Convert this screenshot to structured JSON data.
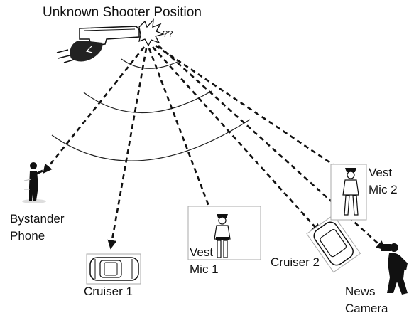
{
  "title": "Unknown Shooter Position",
  "unknown_mark": "??",
  "labels": {
    "bystander": [
      "Bystander",
      "Phone"
    ],
    "cruiser1": "Cruiser 1",
    "vest1": [
      "Vest",
      "Mic 1"
    ],
    "cruiser2": "Cruiser 2",
    "vest2": [
      "Vest",
      "Mic 2"
    ],
    "news": [
      "News",
      "Camera"
    ]
  },
  "icons": [
    "gun-icon",
    "muzzle-flash-icon",
    "person-phone-icon",
    "police-car-icon",
    "police-officer-icon",
    "police-officer-icon",
    "police-car-icon",
    "camera-operator-icon"
  ]
}
